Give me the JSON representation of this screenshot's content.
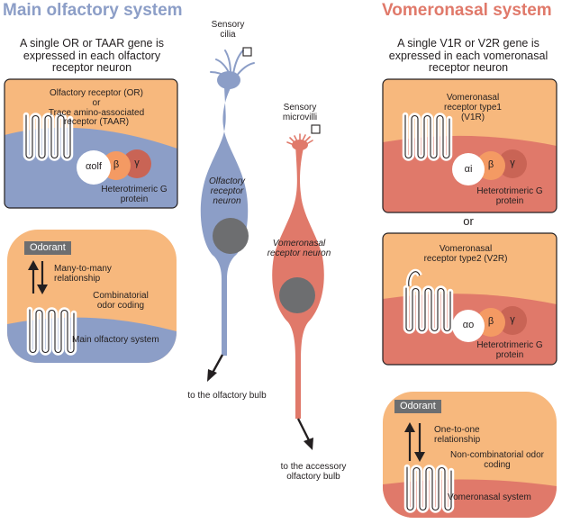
{
  "colors": {
    "main_blue": "#8c9ec7",
    "vomeronasal_red": "#e0796a",
    "panel_orange": "#f7b87d",
    "alpha_white": "#ffffff",
    "beta_orange": "#f49a63",
    "gamma_red": "#c96455"
  },
  "main": {
    "title": "Main olfactory system",
    "intro": "A single OR or TAAR gene is expressed in each olfactory receptor neuron",
    "receptor_box": {
      "line1": "Olfactory receptor (OR)",
      "line2": "or",
      "line3": "Trace amino-associated receptor (TAAR)",
      "alpha": "αolf",
      "beta": "β",
      "gamma": "γ",
      "gprotein": "Heterotrimeric G protein"
    },
    "coding_box": {
      "odorant": "Odorant",
      "relationship": "Many-to-many relationship",
      "coding": "Combinatorial odor coding",
      "system": "Main olfactory system"
    }
  },
  "neurons": {
    "cilia_label": "Sensory cilia",
    "olfactory_label": "Olfactory receptor neuron",
    "olfactory_target": "to the olfactory bulb",
    "microvilli_label": "Sensory microvilli",
    "vomeronasal_label": "Vomeronasal receptor neuron",
    "vomeronasal_target": "to the accessory olfactory bulb"
  },
  "vomeronasal": {
    "title": "Vomeronasal system",
    "intro": "A single V1R or V2R gene is expressed in each vomeronasal receptor neuron",
    "v1r_box": {
      "label": "Vomeronasal receptor type1 (V1R)",
      "alpha": "αi",
      "beta": "β",
      "gamma": "γ",
      "gprotein": "Heterotrimeric G protein"
    },
    "or_text": "or",
    "v2r_box": {
      "label": "Vomeronasal receptor type2 (V2R)",
      "alpha": "αo",
      "beta": "β",
      "gamma": "γ",
      "gprotein": "Heterotrimeric G protein"
    },
    "coding_box": {
      "odorant": "Odorant",
      "relationship": "One-to-one relationship",
      "coding": "Non-combinatorial odor coding",
      "system": "Vomeronasal system"
    }
  }
}
